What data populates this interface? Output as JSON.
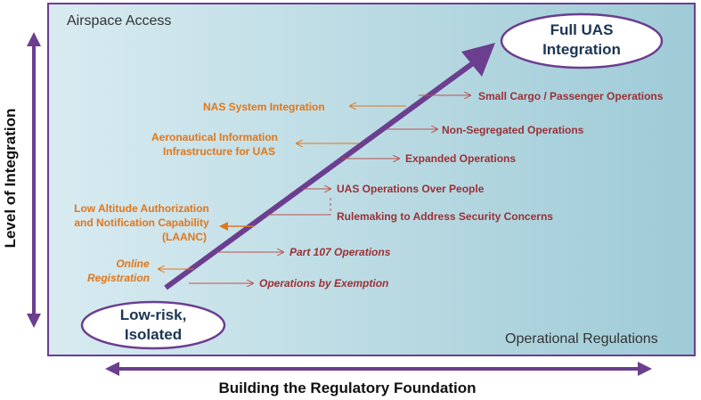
{
  "labels": {
    "y_axis_title": "Level of Integration",
    "x_axis_title": "Building the Regulatory Foundation",
    "top_left_corner": "Airspace Access",
    "bottom_right_corner": "Operational Regulations"
  },
  "start_node": {
    "line1": "Low-risk,",
    "line2": "Isolated"
  },
  "end_node": {
    "line1": "Full UAS",
    "line2": "Integration"
  },
  "regulations": [
    "Small Cargo / Passenger Operations",
    "Non-Segregated Operations",
    "Expanded Operations",
    "UAS Operations Over People",
    "Rulemaking to Address Security Concerns",
    "Part 107 Operations",
    "Operations by Exemption"
  ],
  "airspace": {
    "nas": "NAS System Integration",
    "aero_line1": "Aeronautical Information",
    "aero_line2": "Infrastructure for UAS",
    "laanc_line1": "Low Altitude Authorization",
    "laanc_line2": "and Notification Capability",
    "laanc_line3": "(LAANC)",
    "online_line1": "Online",
    "online_line2": "Registration"
  },
  "colors": {
    "purple": "#6b3e8f",
    "regulation_text": "#9b2f35",
    "airspace_text": "#e0761a",
    "node_text": "#1b3553"
  }
}
